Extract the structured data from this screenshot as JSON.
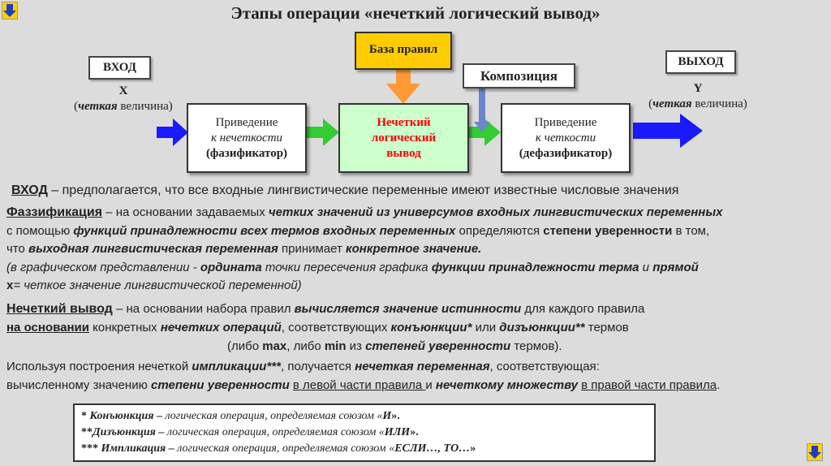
{
  "title": "Этапы операции «нечеткий логический вывод»",
  "diagram": {
    "input_label": "ВХОД",
    "input_var": "X",
    "input_desc_it": "четкая",
    "input_desc_rest": " величина)",
    "input_desc_open": "(",
    "output_label": "ВЫХОД",
    "output_var": "Y",
    "output_desc_it": "четкая",
    "output_desc_rest": " величина)",
    "output_desc_open": "(",
    "rules": "База правил",
    "composition": "Композиция",
    "fuzz_l1": "Приведение",
    "fuzz_l2": "к нечеткости",
    "fuzz_l3": "(фазификатор)",
    "infer_l1": "Нечеткий",
    "infer_l2": "логический",
    "infer_l3": "вывод",
    "defuzz_l1": "Приведение",
    "defuzz_l2": "к четкости",
    "defuzz_l3": "(дефазификатор)"
  },
  "colors": {
    "rules_fill": "#ffcc00",
    "arrow_blue": "#1a1aff",
    "arrow_green": "#33cc33",
    "arrow_orange": "#ff9933",
    "infer_fill": "#ccffcc",
    "infer_text": "#ff0000",
    "composition_arrow": "#6b86c9",
    "nav_yellow": "#ffd200",
    "nav_blue": "#1f3fbf"
  },
  "text": {
    "p1_head": "ВХОД",
    "p1_rest": " – предполагается, что все входные лингвистические переменные имеют известные числовые значения",
    "p2_head": "Фаззификация",
    "p2_a": " – на основании задаваемых ",
    "p2_b": "четких значений из универсумов входных лингвистических переменных",
    "p3_a": "с помощью ",
    "p3_b": "функций принадлежности всех термов входных переменных",
    "p3_c": " определяются ",
    "p3_d": "степени уверенности",
    "p3_e": " в том,",
    "p4_a": "что ",
    "p4_b": "выходная лингвистическая переменная",
    "p4_c": " принимает ",
    "p4_d": "конкретное значение.",
    "p5_a": "(в графическом представлении - ",
    "p5_b": "ордината",
    "p5_c": " точки пересечения графика ",
    "p5_d": "функции принадлежности терма",
    "p5_e": " и ",
    "p5_f": "прямой",
    "p6_a": "x",
    "p6_b": "= четкое значение лингвистической переменной)",
    "p7_head": "Нечеткий вывод",
    "p7_a": " – на основании набора правил ",
    "p7_b": "вычисляется значение истинности",
    "p7_c": " для каждого правила",
    "p8_a": "на основании",
    "p8_b": " конкретных ",
    "p8_c": "нечетких операций",
    "p8_d": ", соответствующих ",
    "p8_e": "конъюнкции*",
    "p8_f": " или ",
    "p8_g": "дизъюнкции**",
    "p8_h": " термов",
    "p9_a": "(либо ",
    "p9_b": "max",
    "p9_c": ", либо ",
    "p9_d": "min",
    "p9_e": " из ",
    "p9_f": "степеней уверенности",
    "p9_g": " термов).",
    "p10_a": "Используя построения нечеткой ",
    "p10_b": "импликации***",
    "p10_c": ", получается ",
    "p10_d": "нечеткая переменная",
    "p10_e": ", соответствующая:",
    "p11_a": "вычисленному значению ",
    "p11_b": "степени уверенности",
    "p11_c": " ",
    "p11_d": "в левой части правила ",
    "p11_e": "и ",
    "p11_f": "нечеткому множеству",
    "p11_g": " ",
    "p11_h": "в правой части правила",
    "p11_i": "."
  },
  "footnotes": {
    "f1_a": "* ",
    "f1_b": "Конъюнкция –",
    "f1_c": " логическая операция, определяемая союзом «",
    "f1_d": "И",
    "f1_e": "».",
    "f2_a": "**",
    "f2_b": "Дизъюнкция –",
    "f2_c": " логическая операция, определяемая союзом «",
    "f2_d": "ИЛИ",
    "f2_e": "».",
    "f3_a": "*** ",
    "f3_b": "Импликация –",
    "f3_c": " логическая операция, определяемая союзом «",
    "f3_d": "ЕСЛИ…, ТО…",
    "f3_e": "»"
  }
}
